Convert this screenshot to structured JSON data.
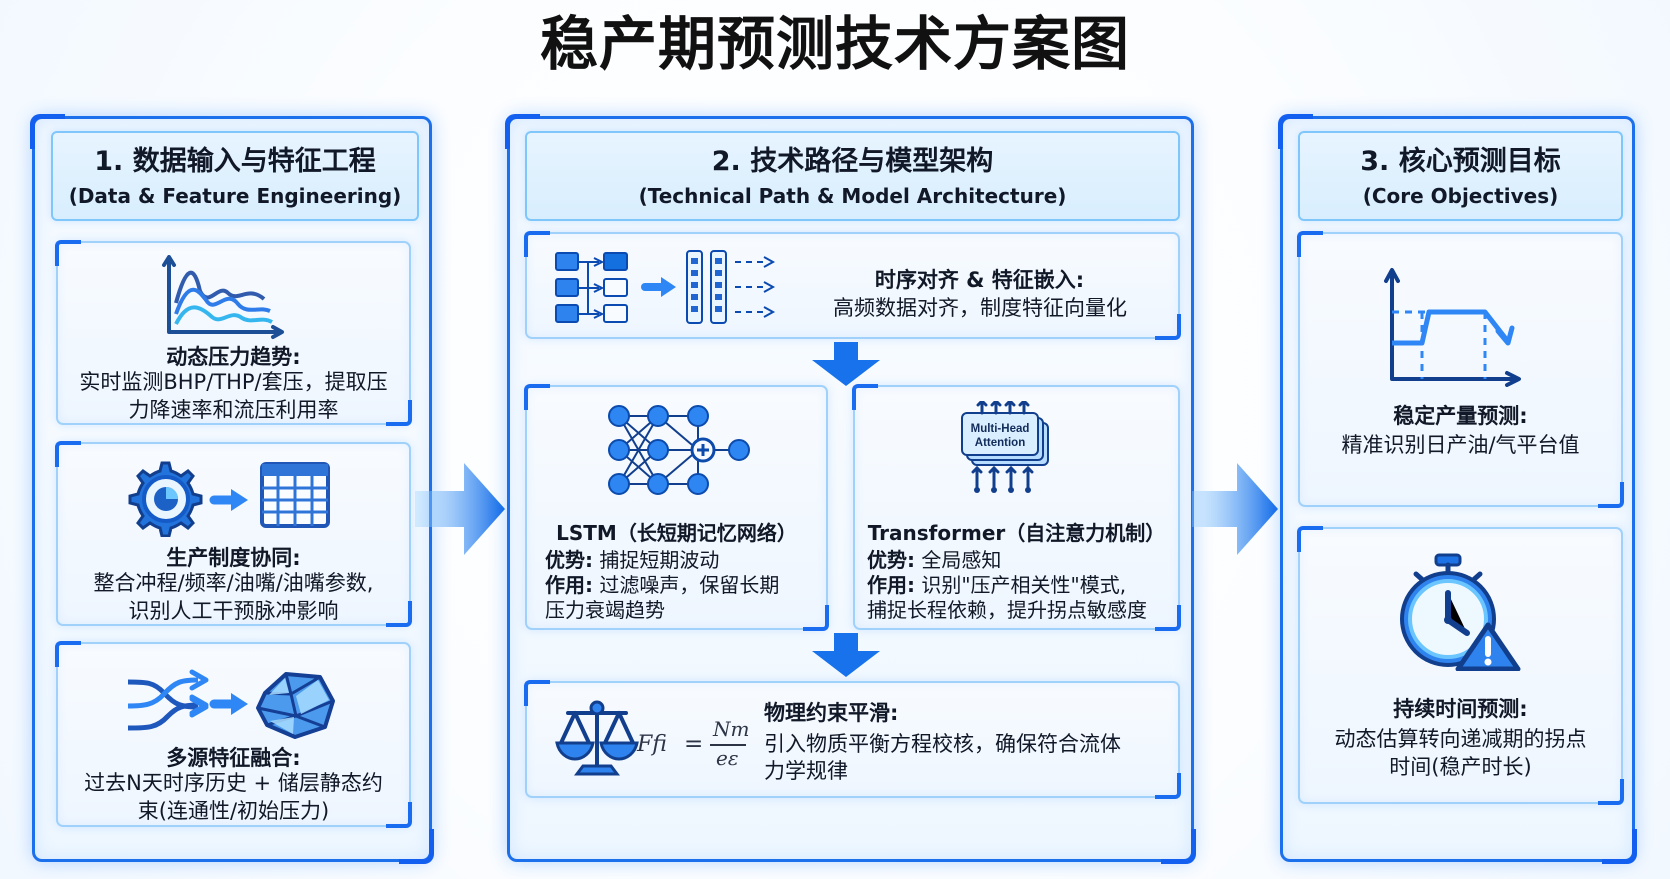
{
  "title": "稳产期预测技术方案图",
  "colors": {
    "primary_blue": "#1d70ec",
    "light_blue": "#dceeff",
    "card_border": "#9fd1fb",
    "text": "#111827",
    "arrow_blue": "#1f78f0"
  },
  "sections": [
    {
      "title": "1. 数据输入与特征工程",
      "subtitle": "(Data & Feature Engineering)",
      "items": [
        {
          "icon": "pressure-trend-chart-icon",
          "title": "动态压力趋势:",
          "body": "实时监测BHP/THP/套压，提取压\n力降速率和流压利用率"
        },
        {
          "icon": "production-schedule-gear-table-icon",
          "title": "生产制度协同:",
          "body": "整合冲程/频率/油嘴/油嘴参数,\n识别人工干预脉冲影响"
        },
        {
          "icon": "multisource-fusion-rock-icon",
          "title": "多源特征融合:",
          "body": "过去N天时序历史 + 储层静态约\n束(连通性/初始压力)"
        }
      ]
    },
    {
      "title": "2. 技术路径与模型架构",
      "subtitle": "(Technical Path & Model Architecture)",
      "feature": {
        "icon": "timeseries-alignment-icon",
        "title": "时序对齐 & 特征嵌入:",
        "description": "高频数据对齐，制度特征向量化"
      },
      "models": [
        {
          "icon": "lstm-network-icon",
          "title": "LSTM（长短期记忆网络）",
          "advantage_label": "优势:",
          "advantage": "捕捉短期波动",
          "role_label": "作用:",
          "role_line1": "过滤噪声，保留长期",
          "role_line2": "压力衰竭趋势"
        },
        {
          "icon": "multi-head-attention-icon",
          "title": "Transformer（自注意力机制）",
          "attention_label_line1": "Multi-Head",
          "attention_label_line2": "Attention",
          "advantage_label": "优势:",
          "advantage": "全局感知",
          "role_label": "作用:",
          "role_line1": "识别\"压产相关性\"模式,",
          "role_line2": "捕捉长程依赖，提升拐点敏感度"
        }
      ],
      "physics": {
        "icon": "balance-scale-icon",
        "formula_lhs": "Ffi",
        "formula_equals": "=",
        "formula_numerator": "Nm",
        "formula_denominator": "eε",
        "title": "物理约束平滑:",
        "description": "引入物质平衡方程校核，确保符合流体\n力学规律"
      }
    },
    {
      "title": "3. 核心预测目标",
      "subtitle": "(Core Objectives)",
      "items": [
        {
          "icon": "stable-production-curve-icon",
          "title": "稳定产量预测:",
          "body": "精准识别日产油/气平台值"
        },
        {
          "icon": "duration-stopwatch-warning-icon",
          "title": "持续时间预测:",
          "body": "动态估算转向递减期的拐点\n时间(稳产时长)"
        }
      ]
    }
  ]
}
